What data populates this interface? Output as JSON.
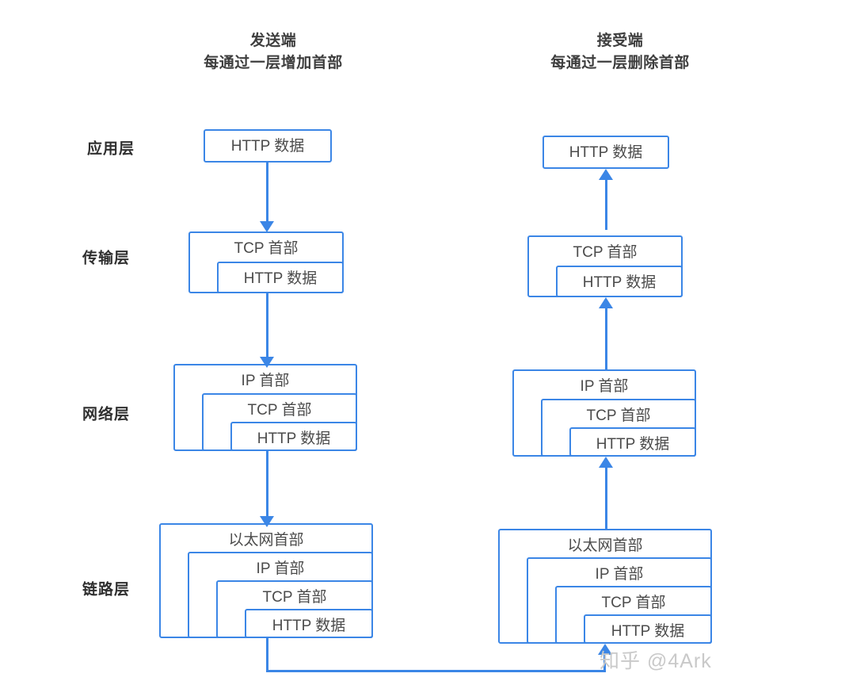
{
  "diagram": {
    "title_send": {
      "line1": "发送端",
      "line2": "每通过一层增加首部"
    },
    "title_recv": {
      "line1": "接受端",
      "line2": "每通过一层删除首部"
    },
    "layers": [
      {
        "name": "应用层"
      },
      {
        "name": "传输层"
      },
      {
        "name": "网络层"
      },
      {
        "name": "链路层"
      }
    ],
    "send_stacks": [
      {
        "layer": "应用层",
        "boxes": [
          "HTTP 数据"
        ]
      },
      {
        "layer": "传输层",
        "boxes": [
          "TCP 首部",
          "HTTP 数据"
        ]
      },
      {
        "layer": "网络层",
        "boxes": [
          "IP 首部",
          "TCP 首部",
          "HTTP 数据"
        ]
      },
      {
        "layer": "链路层",
        "boxes": [
          "以太网首部",
          "IP 首部",
          "TCP 首部",
          "HTTP 数据"
        ]
      }
    ],
    "recv_stacks": [
      {
        "layer": "应用层",
        "boxes": [
          "HTTP 数据"
        ]
      },
      {
        "layer": "传输层",
        "boxes": [
          "TCP 首部",
          "HTTP 数据"
        ]
      },
      {
        "layer": "网络层",
        "boxes": [
          "IP 首部",
          "TCP 首部",
          "HTTP 数据"
        ]
      },
      {
        "layer": "链路层",
        "boxes": [
          "以太网首部",
          "IP 首部",
          "TCP 首部",
          "HTTP 数据"
        ]
      }
    ],
    "watermark": "知乎 @4Ark",
    "colors": {
      "box_border": "#3b86e6",
      "connector": "#3b86e6",
      "box_text": "#4b4b4b",
      "label_text": "#2f2f2f",
      "background": "#ffffff",
      "watermark": "#c9c9c9"
    }
  }
}
